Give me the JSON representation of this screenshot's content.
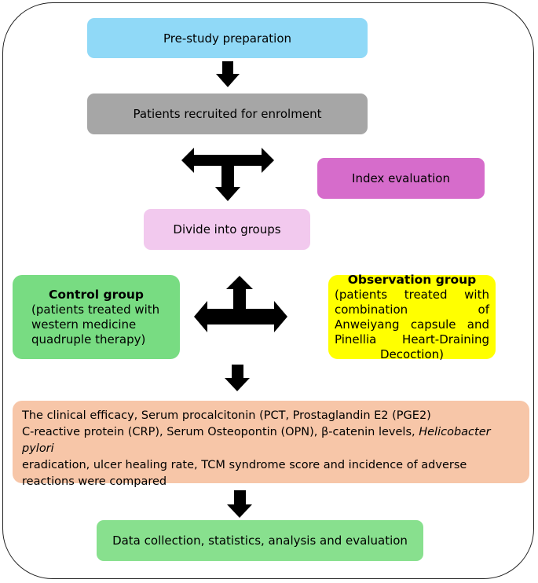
{
  "boxes": {
    "prestudy": "Pre-study preparation",
    "recruit": "Patients recruited for enrolment",
    "index": "Index evaluation",
    "divide": "Divide into groups",
    "control": {
      "title": "Control group",
      "text": "(patients treated with western medicine quadruple therapy)"
    },
    "observation": {
      "title": "Observation group",
      "text": "(patients treated with combination of Anweiyang capsule and Pinellia Heart-Draining Decoction)"
    },
    "compared": {
      "line1": "The clinical efficacy, Serum procalcitonin (PCT, Prostaglandin E2 (PGE2)",
      "line2a": "C-reactive protein (CRP), Serum Osteopontin (OPN), β-catenin levels,",
      "line2_italic": "Helicobacter pylori",
      "line3": "eradication, ulcer healing rate, TCM syndrome score and incidence of adverse reactions were compared"
    },
    "data": "Data collection, statistics, analysis and evaluation"
  },
  "colors": {
    "prestudy": "#90d9f7",
    "recruit": "#a6a6a6",
    "index": "#d66ccb",
    "divide": "#f2c9ee",
    "control": "#78dc82",
    "observation": "#ffff00",
    "compared": "#f7c6a8",
    "data": "#88e08e",
    "arrow": "#000000"
  }
}
